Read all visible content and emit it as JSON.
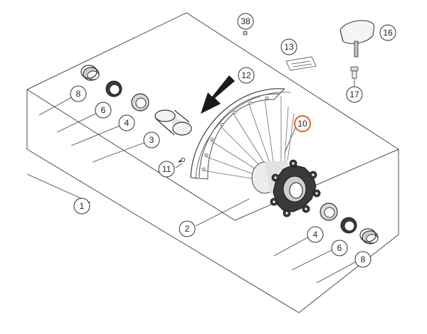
{
  "diagram": {
    "colors": {
      "line": "#4a4a4a",
      "part_fill": "#d9d9d9",
      "part_dark": "#3a3a3a",
      "highlight": "#e0611f",
      "arrow": "#1a1a1a"
    },
    "callouts": {
      "c38": "38",
      "c16": "16",
      "c13": "13",
      "c17": "17",
      "c12": "12",
      "c10": "10",
      "c8_left": "8",
      "c6_left": "6",
      "c4_left": "4",
      "c3": "3",
      "c11": "11",
      "c1": "1",
      "c2": "2",
      "c4_right": "4",
      "c6_right": "6",
      "c8_right": "8"
    },
    "highlighted_callout": "10",
    "icons": {
      "direction_arrow": "rotation-direction-arrow-icon"
    }
  }
}
